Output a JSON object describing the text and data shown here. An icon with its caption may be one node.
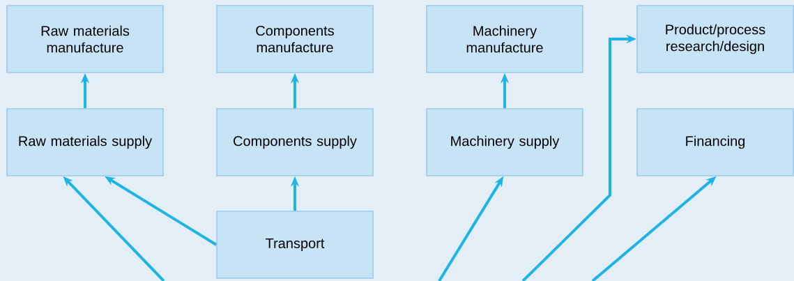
{
  "diagram": {
    "nodes": [
      {
        "text": [
          "Raw materials manufacture"
        ]
      },
      {
        "text": [
          "Components manufacture"
        ]
      },
      {
        "text": [
          "Machinery manufacture"
        ]
      },
      {
        "text": [
          "Product/process research/design"
        ]
      },
      {
        "text": [
          "Raw materials supply"
        ]
      },
      {
        "text": [
          "Components supply"
        ]
      },
      {
        "text": [
          "Machinery supply"
        ]
      },
      {
        "text": [
          "Financing"
        ]
      },
      {
        "text": [
          "Transport"
        ]
      }
    ],
    "edges": [
      {
        "from": 4,
        "to": 0,
        "arrow": "to"
      },
      {
        "from": 5,
        "to": 1,
        "arrow": "to"
      },
      {
        "from": 6,
        "to": 2,
        "arrow": "to"
      },
      {
        "from": 8,
        "to": 5,
        "arrow": "to"
      },
      {
        "from": 8,
        "to": 4,
        "arrow": "to"
      },
      {
        "from": null,
        "to": 4,
        "arrow": "to"
      },
      {
        "from": null,
        "to": 6,
        "arrow": "to"
      },
      {
        "from": null,
        "to": 3,
        "arrow": "to"
      },
      {
        "from": null,
        "to": 7,
        "arrow": "to"
      }
    ]
  }
}
